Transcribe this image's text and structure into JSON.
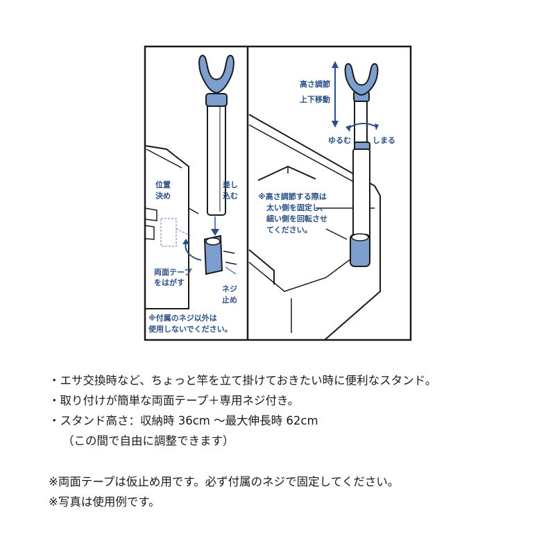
{
  "illustration": {
    "left_panel": {
      "label_position": [
        "位置",
        "決め"
      ],
      "label_insert": [
        "差し",
        "込む"
      ],
      "label_tape": [
        "両面テープ",
        "をはがす"
      ],
      "label_screw": [
        "ネジ",
        "止め"
      ],
      "note": [
        "※付属のネジ以外は",
        "使用しないでください。"
      ]
    },
    "right_panel": {
      "label_height": [
        "高さ調節",
        "上下移動"
      ],
      "label_loosen": "ゆるむ",
      "label_tighten": "しまる",
      "note": [
        "※高さ調節する際は",
        "太い側を固定し、",
        "細い側を回転させ",
        "てください。"
      ]
    },
    "colors": {
      "accent": "#7d9fd0",
      "label": "#2a4f86",
      "outline": "#1a1a1a"
    }
  },
  "description": {
    "bullets": [
      "・エサ交換時など、ちょっと竿を立て掛けておきたい時に便利なスタンド。",
      "・取り付けが簡単な両面テープ＋専用ネジ付き。",
      "・スタンド高さ：収納時 36cm ～最大伸長時 62cm"
    ],
    "bullet_sub": "（この間で自由に調整できます）",
    "notes": [
      "※両面テープは仮止め用です。必ず付属のネジで固定してください。",
      "※写真は使用例です。"
    ]
  }
}
